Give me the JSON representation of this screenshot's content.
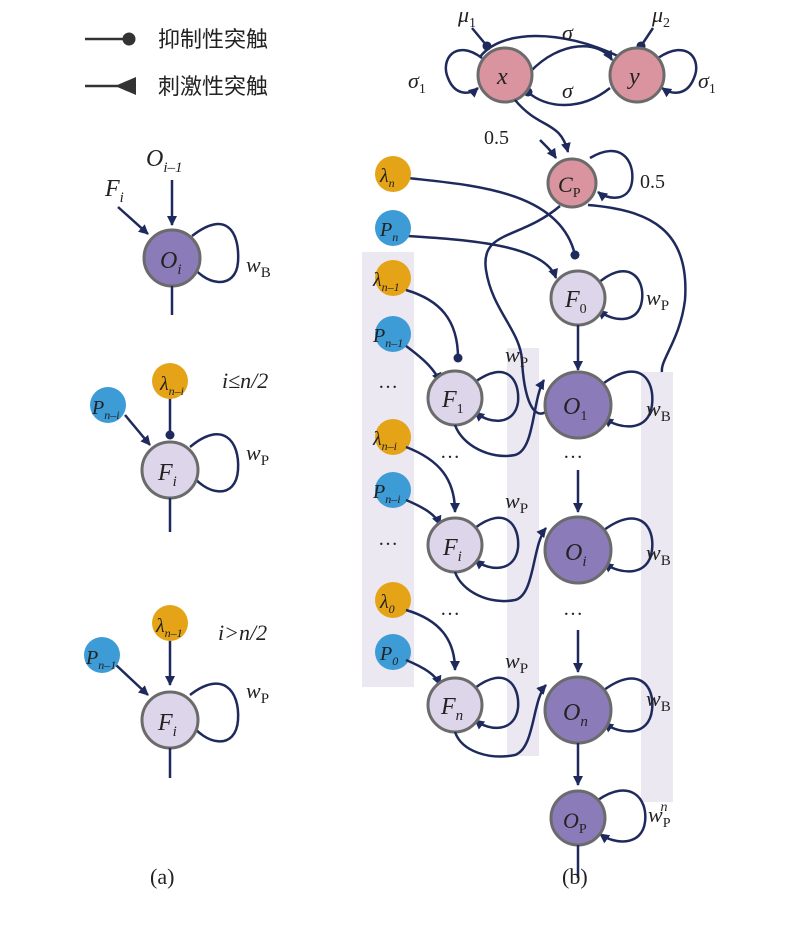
{
  "legend": {
    "inhibitory_label": "抑制性突触",
    "excitatory_label": "刺激性突触"
  },
  "panel_a": {
    "label": "(a)",
    "condition_le": "i≤n/2",
    "condition_gt": "i>n/2"
  },
  "panel_b": {
    "label": "(b)",
    "weight_half_left": "0.5",
    "weight_half_right": "0.5",
    "dots": "…"
  },
  "colors": {
    "edge": "#1f2a5c",
    "pink_node": "#d9949f",
    "purple_node": "#8c7bb9",
    "light_purple_node": "#ddd6ea",
    "orange_node": "#e5a417",
    "blue_node": "#3d9bd6",
    "band": "#ece8f1",
    "node_stroke": "#6b6b6b"
  }
}
